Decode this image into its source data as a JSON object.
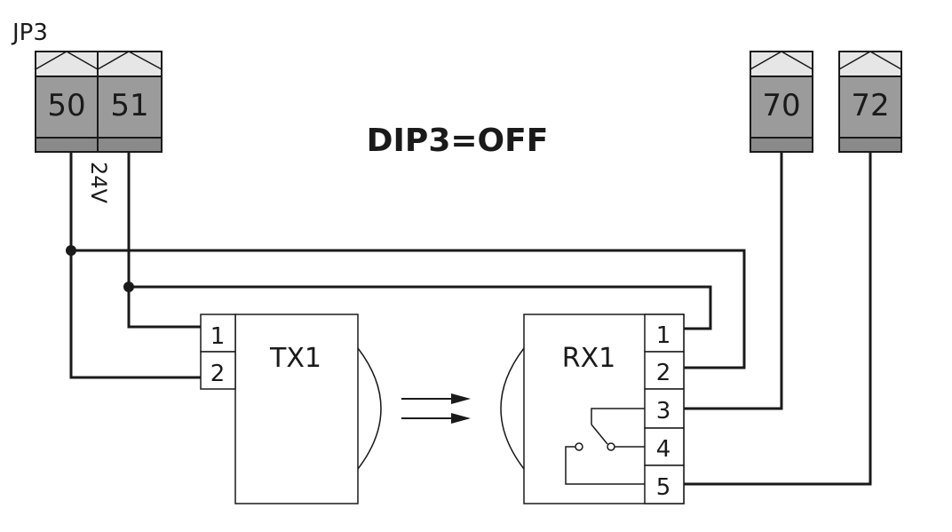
{
  "header": {
    "jp3_label": "JP3",
    "dip_label": "DIP3=OFF"
  },
  "terminals": {
    "t50": "50",
    "t51": "51",
    "t70": "70",
    "t72": "72"
  },
  "voltage_label": "24V",
  "tx": {
    "label": "TX1",
    "pins": [
      "1",
      "2"
    ]
  },
  "rx": {
    "label": "RX1",
    "pins": [
      "1",
      "2",
      "3",
      "4",
      "5"
    ]
  }
}
